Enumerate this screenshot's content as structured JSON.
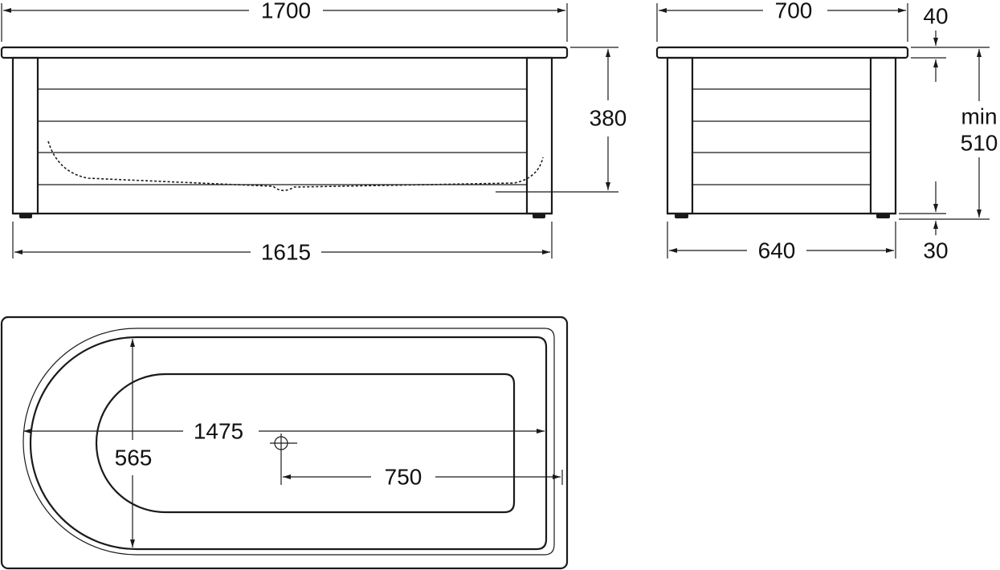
{
  "front_view": {
    "overall_length": "1700",
    "leg_span": "1615",
    "depth": "380"
  },
  "side_view": {
    "overall_width": "700",
    "leg_span": "640",
    "rim": "40",
    "min_label": "min",
    "min_height": "510",
    "foot_clearance": "30"
  },
  "top_view": {
    "inner_length": "1475",
    "inner_width": "565",
    "drain_offset": "750"
  },
  "colors": {
    "line": "#1a1a1a",
    "background": "#ffffff"
  }
}
